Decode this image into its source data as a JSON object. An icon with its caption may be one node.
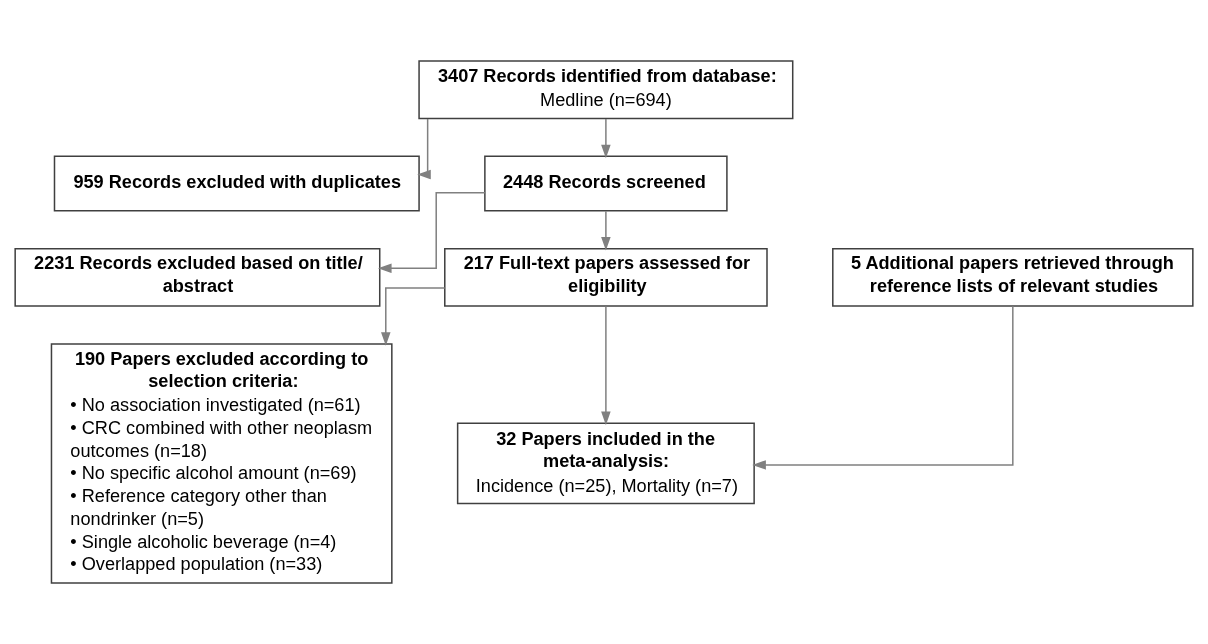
{
  "diagram": {
    "nodes": [
      {
        "text": [
          "3407 Records identified from database:",
          "Medline (n=694)"
        ]
      },
      {
        "text": [
          "959 Records excluded with duplicates"
        ]
      },
      {
        "text": [
          "2448 Records screened"
        ]
      },
      {
        "text": [
          "2231 Records excluded based on title/ abstract"
        ]
      },
      {
        "text": [
          "217 Full-text papers assessed for eligibility"
        ]
      },
      {
        "text": [
          "5 Additional papers retrieved through reference lists of relevant studies"
        ]
      },
      {
        "text": [
          "190 Papers excluded according to selection criteria:",
          "• No association investigated (n=61)",
          "• CRC combined with other neoplasm outcomes (n=18)",
          "• No specific alcohol amount (n=69)",
          "• Reference category other than nondrinker (n=5)",
          "• Single alcoholic beverage (n=4)",
          "• Overlapped population (n=33)"
        ]
      },
      {
        "text": [
          "32 Papers included in the meta-analysis:",
          "Incidence (n=25), Mortality (n=7)"
        ]
      }
    ],
    "edges": [
      {
        "from": 0,
        "to": 2,
        "arrow": "to"
      },
      {
        "from": 0,
        "to": 1,
        "arrow": "to"
      },
      {
        "from": 2,
        "to": 4,
        "arrow": "to"
      },
      {
        "from": 2,
        "to": 3,
        "arrow": "to"
      },
      {
        "from": 4,
        "to": 7,
        "arrow": "to"
      },
      {
        "from": 5,
        "to": 7,
        "arrow": "to"
      },
      {
        "from": 4,
        "to": 6,
        "arrow": "to"
      }
    ]
  }
}
